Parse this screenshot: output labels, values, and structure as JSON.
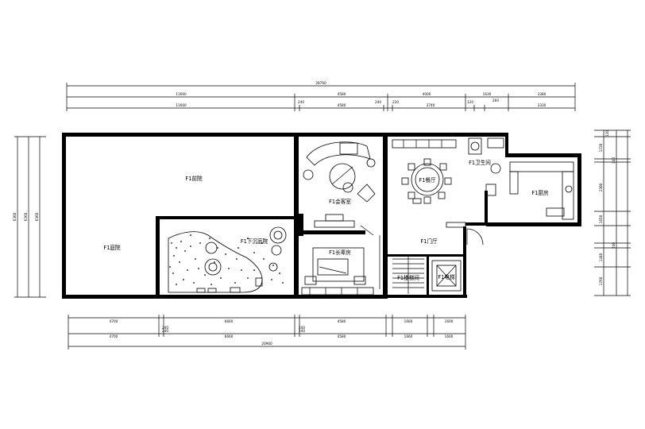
{
  "dimensions": {
    "top_overall": "28760",
    "top_row1": [
      "11660",
      "4580",
      "4000",
      "1630",
      "3380"
    ],
    "top_row2": [
      "11660",
      "240",
      "4580",
      "240",
      "220",
      "3740",
      "120",
      "260",
      "3330"
    ],
    "bottom_row1": [
      "4700",
      "240",
      "6660",
      "240",
      "4580",
      "1660",
      "1600"
    ],
    "bottom_row2": [
      "4700",
      "240",
      "6660",
      "240",
      "4580",
      "1660",
      "1600"
    ],
    "bottom_overall": "20960",
    "left_overall": [
      "6360",
      "6360",
      "6360"
    ],
    "right_segments": [
      "120",
      "1720",
      "240",
      "2300",
      "1650",
      "240",
      "1440",
      "1760"
    ]
  },
  "rooms": {
    "front_yard": "F1前院",
    "garden": "F1庭院",
    "sunken_courtyard": "F1下沉庭院",
    "tea_room": "F1会客室",
    "dining": "F1餐厅",
    "guest_bath": "F1卫生间",
    "kitchen": "F1厨房",
    "parents_room": "F1长辈房",
    "entry_hall": "F1门厅",
    "stairwell": "F1楼梯间",
    "elevator": "F1电梯"
  }
}
